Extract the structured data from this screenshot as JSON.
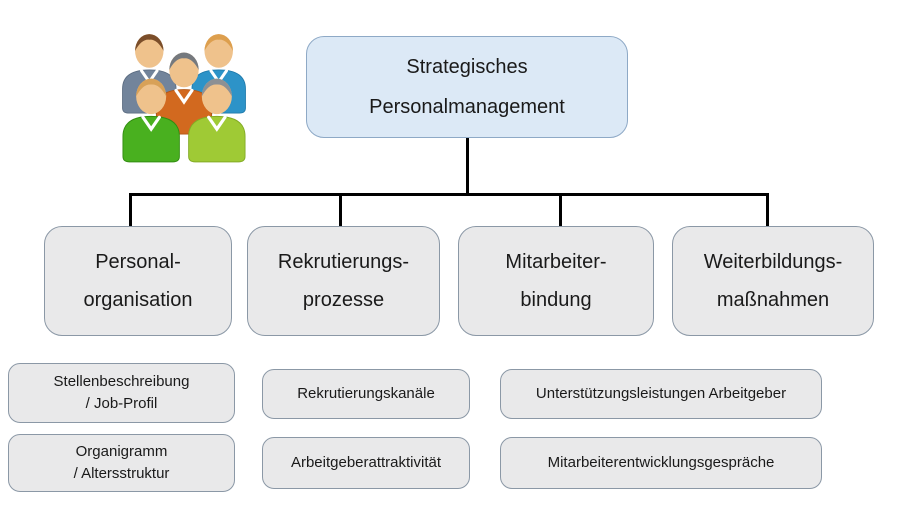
{
  "diagram": {
    "icon": {
      "name": "people-group-icon"
    },
    "title_box": {
      "line1": "Strategisches",
      "line2": "Personalmanagement"
    },
    "main_boxes": [
      {
        "line1": "Personal-",
        "line2": "organisation"
      },
      {
        "line1": "Rekrutierungs-",
        "line2": "prozesse"
      },
      {
        "line1": "Mitarbeiter-",
        "line2": "bindung"
      },
      {
        "line1": "Weiterbildungs-",
        "line2": "maßnahmen"
      }
    ],
    "sub_boxes": [
      {
        "column": 1,
        "line1": "Stellenbeschreibung",
        "line2": "/ Job-Profil"
      },
      {
        "column": 1,
        "line1": "Organigramm",
        "line2": "/ Altersstruktur"
      },
      {
        "column": 2,
        "line1": "Rekrutierungskanäle"
      },
      {
        "column": 2,
        "line1": "Arbeitgeberattraktivität"
      },
      {
        "column": 3,
        "line1": "Unterstützungsleistungen Arbeitgeber"
      },
      {
        "column": 3,
        "line1": "Mitarbeiterentwicklungsgespräche"
      }
    ],
    "colors": {
      "title_fill": "#dce9f6",
      "title_border": "#8ea9c6",
      "box_fill": "#e9e9ea",
      "box_border": "#8b98a6",
      "connector": "#000000",
      "text": "#1a1a1a"
    }
  }
}
